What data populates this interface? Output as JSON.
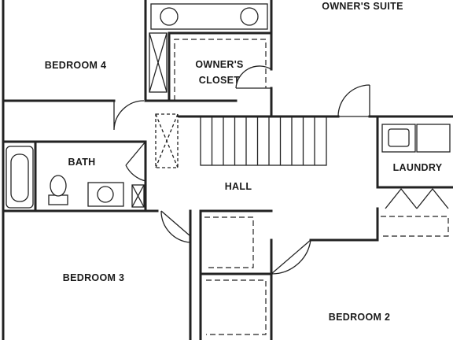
{
  "rooms": {
    "owners_suite": "OWNER'S SUITE",
    "bedroom_4": "BEDROOM 4",
    "owners_closet_line1": "OWNER'S",
    "owners_closet_line2": "CLOSET",
    "bath": "BATH",
    "hall": "HALL",
    "laundry": "LAUNDRY",
    "bedroom_3": "BEDROOM 3",
    "bedroom_2": "BEDROOM 2"
  }
}
